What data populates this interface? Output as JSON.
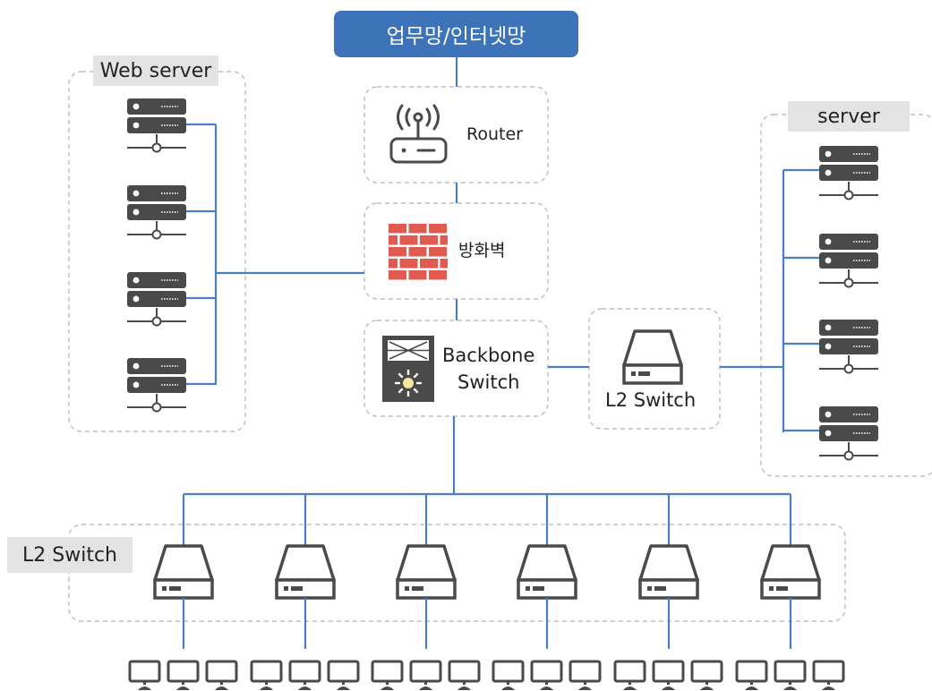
{
  "diagram": {
    "top_node": {
      "label": "업무망/인터넷망",
      "color": "#3d74b9"
    },
    "router": {
      "label": "Router",
      "icon": "router-icon"
    },
    "firewall": {
      "label": "방화벽",
      "icon": "firewall-icon",
      "color": "#e25a4f"
    },
    "backbone": {
      "label_line1": "Backbone",
      "label_line2": "Switch",
      "icon": "backbone-switch-icon"
    },
    "l2_switch_mid": {
      "label": "L2 Switch",
      "icon": "l2-switch-icon"
    },
    "web_server_group": {
      "label": "Web server",
      "server_count": 4,
      "icon": "server-icon"
    },
    "server_group": {
      "label": "server",
      "server_count": 4,
      "icon": "server-icon"
    },
    "l2_switch_group": {
      "label": "L2 Switch",
      "switch_count": 6,
      "pcs_per_switch": 3,
      "icon": "l2-switch-icon"
    },
    "pc_icon": "monitor-icon",
    "line_color": "#4a7fc1",
    "dashed_border_color": "#bdbdbd"
  }
}
